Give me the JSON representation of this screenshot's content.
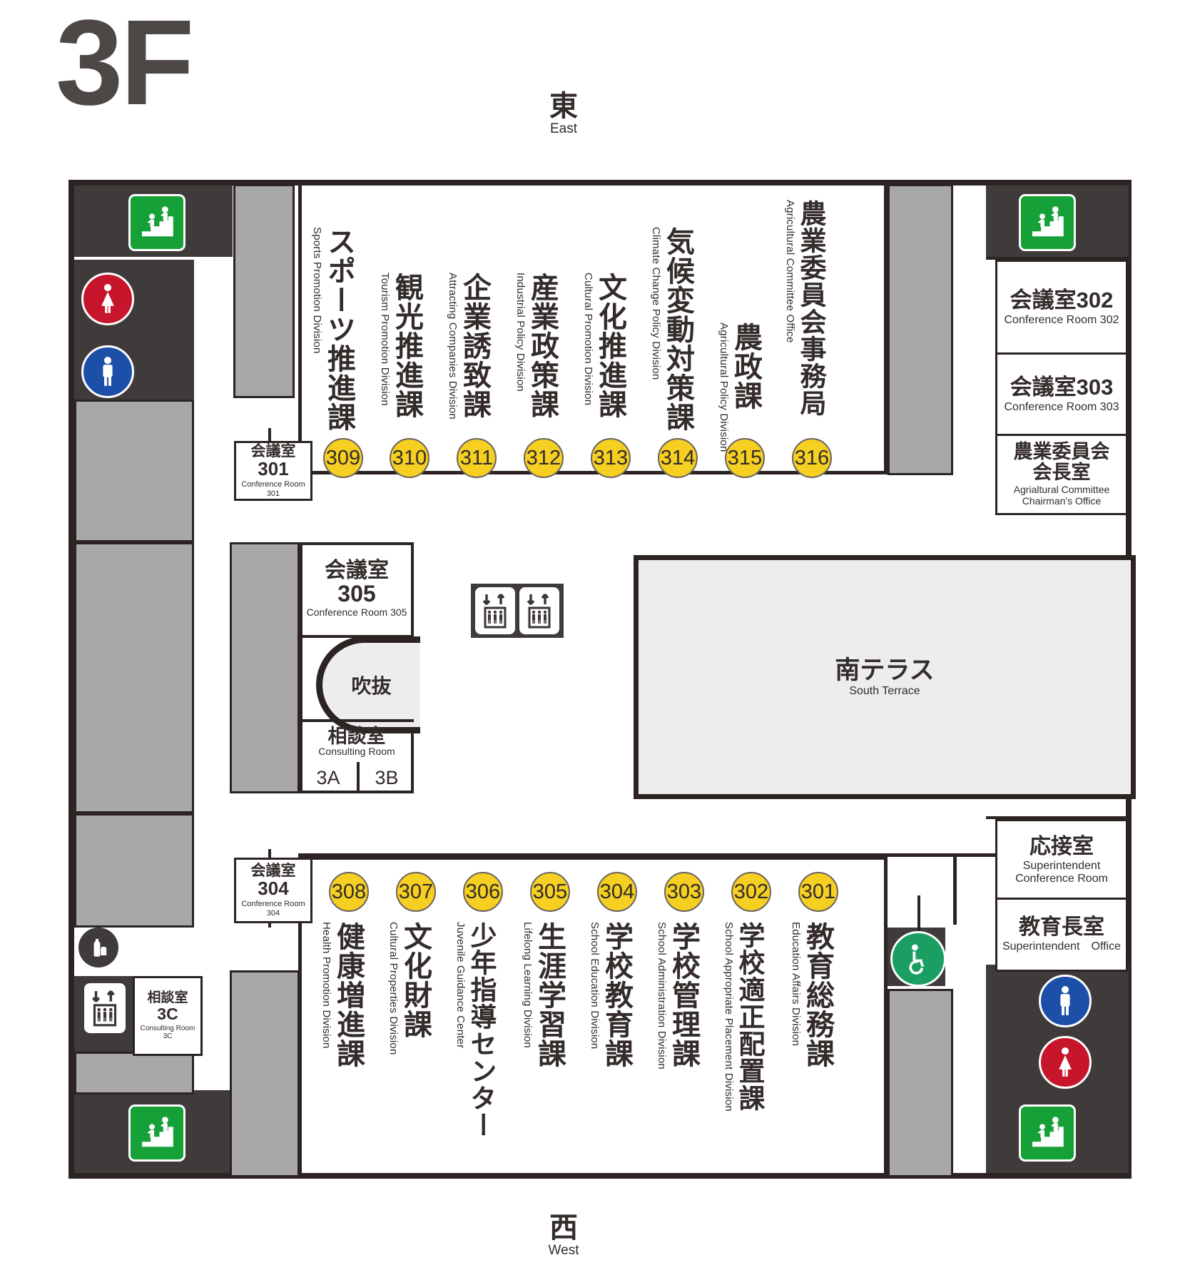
{
  "floor": {
    "label": "3F"
  },
  "compass": {
    "east": {
      "jp": "東",
      "en": "East"
    },
    "west": {
      "jp": "西",
      "en": "West"
    }
  },
  "departments_top": [
    {
      "num": "309",
      "jp": "スポーツ推進課",
      "en": "Sports Promotion Division"
    },
    {
      "num": "310",
      "jp": "観光推進課",
      "en": "Tourism Promotion Division"
    },
    {
      "num": "311",
      "jp": "企業誘致課",
      "en": "Attracting Companies Division"
    },
    {
      "num": "312",
      "jp": "産業政策課",
      "en": "Industrial Policy Division"
    },
    {
      "num": "313",
      "jp": "文化推進課",
      "en": "Cultural Promotion Division"
    },
    {
      "num": "314",
      "jp": "気候変動対策課",
      "en": "Climate Change Policy Division"
    },
    {
      "num": "315",
      "jp": "農政課",
      "en": "Agricultural Policy Division"
    },
    {
      "num": "316",
      "jp": "農業委員会事務局",
      "en": "Agricultural Committee Office"
    }
  ],
  "departments_bottom": [
    {
      "num": "308",
      "jp": "健康増進課",
      "en": "Health Promotion Division"
    },
    {
      "num": "307",
      "jp": "文化財課",
      "en": "Cultural Properties Division"
    },
    {
      "num": "306",
      "jp": "少年指導センター",
      "en": "Juvenile Guidance Center"
    },
    {
      "num": "305",
      "jp": "生涯学習課",
      "en": "Lifelong Learning Division"
    },
    {
      "num": "304",
      "jp": "学校教育課",
      "en": "School Education Division"
    },
    {
      "num": "303",
      "jp": "学校管理課",
      "en": "School Administration Division"
    },
    {
      "num": "302",
      "jp": "学校適正配置課",
      "en": "School Appropriate Placement Division"
    },
    {
      "num": "301",
      "jp": "教育総務課",
      "en": "Education Affairs Division"
    }
  ],
  "rooms": {
    "conf301": {
      "jp": "会議室",
      "num": "301",
      "en": "Conference Room 301"
    },
    "conf304": {
      "jp": "会議室",
      "num": "304",
      "en": "Conference Room 304"
    },
    "conf305": {
      "jp": "会議室",
      "num": "305",
      "en": "Conference Room 305"
    },
    "conf302": {
      "jp": "会議室302",
      "en": "Conference Room 302"
    },
    "conf303": {
      "jp": "会議室303",
      "en": "Conference Room 303"
    },
    "chairman": {
      "jp": "農業委員会\n会長室",
      "en": "Agrialtural Committee\nChairman's Office"
    },
    "reception": {
      "jp": "応接室",
      "en": "Superintendent\nConference Room"
    },
    "superintendent": {
      "jp": "教育長室",
      "en": "Superintendent　Office"
    },
    "consulting": {
      "jp": "相談室",
      "en": "Consulting Room",
      "a": "3A",
      "b": "3B"
    },
    "consulting3c": {
      "jp": "相談室",
      "num": "3C",
      "en": "Consulting Room\n3C"
    },
    "void": {
      "jp": "吹抜"
    },
    "terrace": {
      "jp": "南テラス",
      "en": "South Terrace"
    }
  },
  "icons": {
    "stairs": "stairs-icon",
    "toilet_women": "womens-restroom-icon",
    "toilet_men": "mens-restroom-icon",
    "elevator": "elevator-icon",
    "wheelchair": "accessible-restroom-icon",
    "vending": "vending-machine-icon"
  },
  "colors": {
    "badge": "#f5cf21",
    "stairs_green": "#15a038",
    "women_red": "#c7162b",
    "men_blue": "#1b4fa8",
    "accessible_green": "#1a9e62",
    "wall_dark": "#2b2422",
    "corridor_grey": "#a8a8a8",
    "block_dark": "#3f3b3a"
  }
}
